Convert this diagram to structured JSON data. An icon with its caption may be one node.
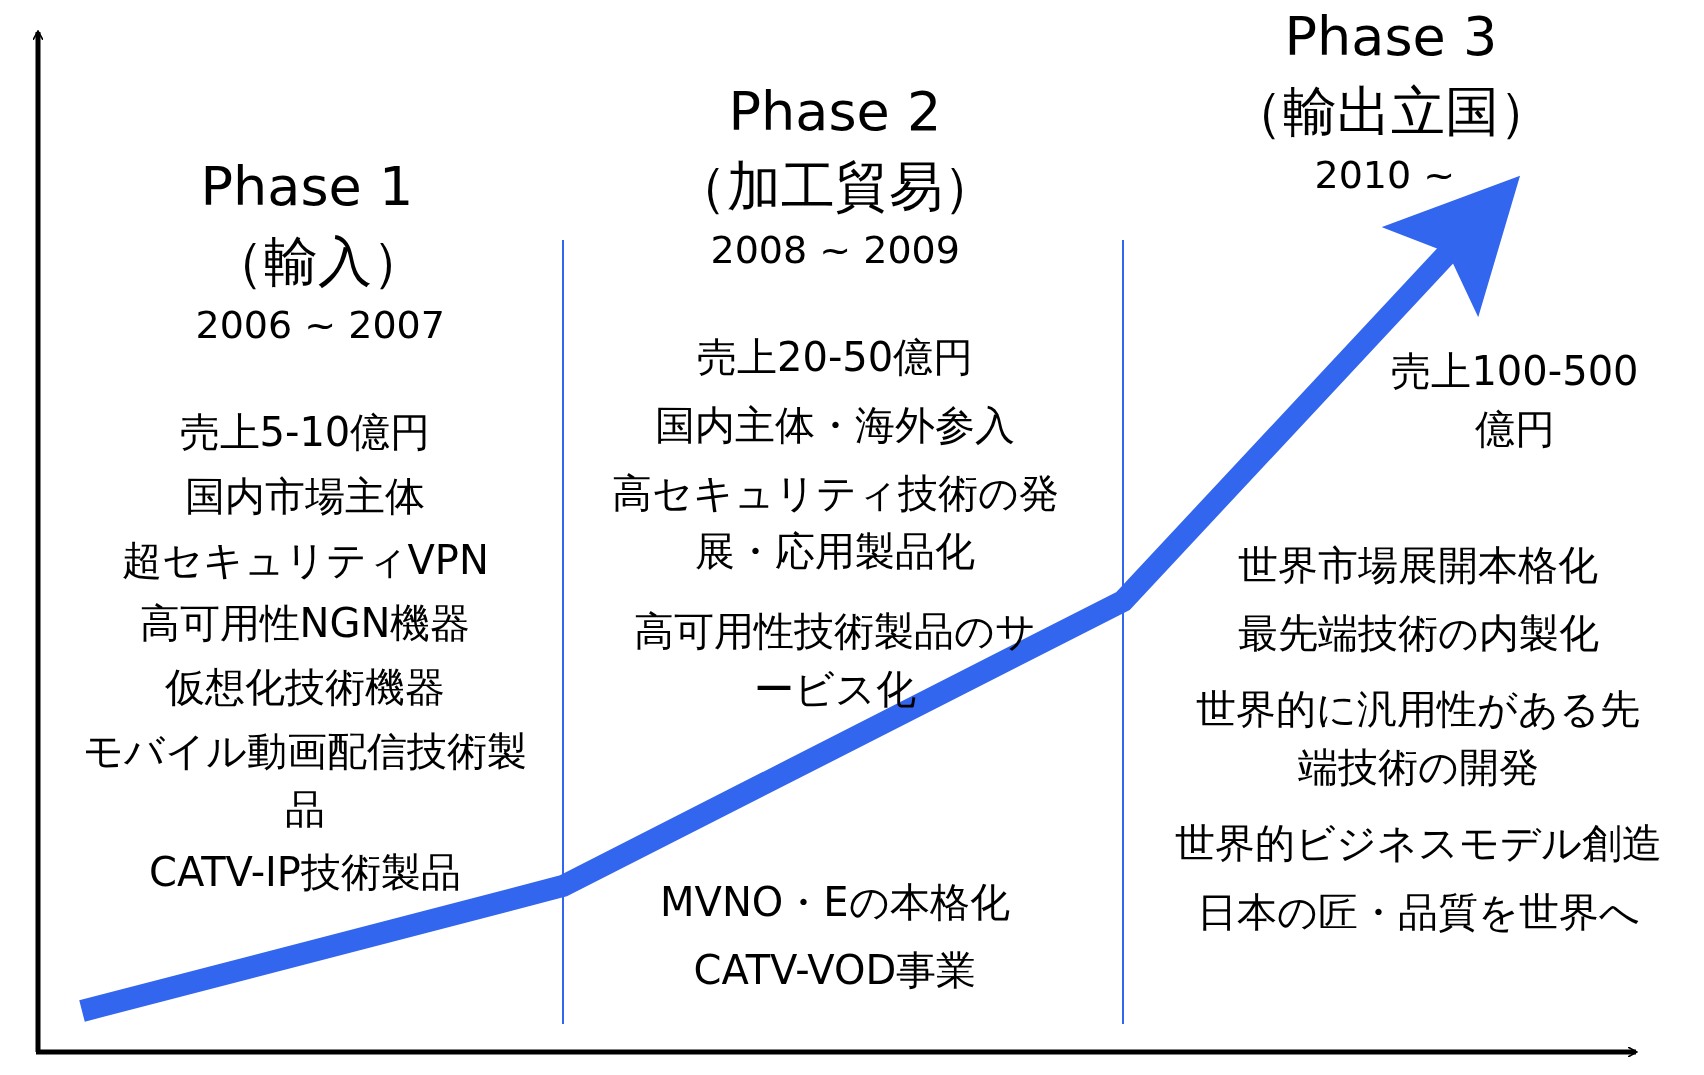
{
  "diagram": {
    "labels": [
      "Phase 1",
      "（輸入）",
      "2006 ~ 2007",
      "売上5-10億円",
      "国内市場主体",
      "超セキュリティVPN",
      "高可用性NGN機器",
      "仮想化技術機器",
      "モバイル動画配信技術製品",
      "CATV-IP技術製品",
      "Phase 2",
      "（加工貿易）",
      "2008 ~ 2009",
      "売上20-50億円",
      "国内主体・海外参入",
      "高セキュリティ技術の発展・応用製品化",
      "高可用性技術製品のサービス化",
      "MVNO・Eの本格化",
      "CATV-VOD事業",
      "Phase 3",
      "（輸出立国）",
      "2010 ~",
      "売上100-500億円",
      "世界市場展開本格化",
      "最先端技術の内製化",
      "世界的に汎用性がある先端技術の開発",
      "世界的ビジネスモデル創造",
      "日本の匠・品質を世界へ"
    ]
  }
}
